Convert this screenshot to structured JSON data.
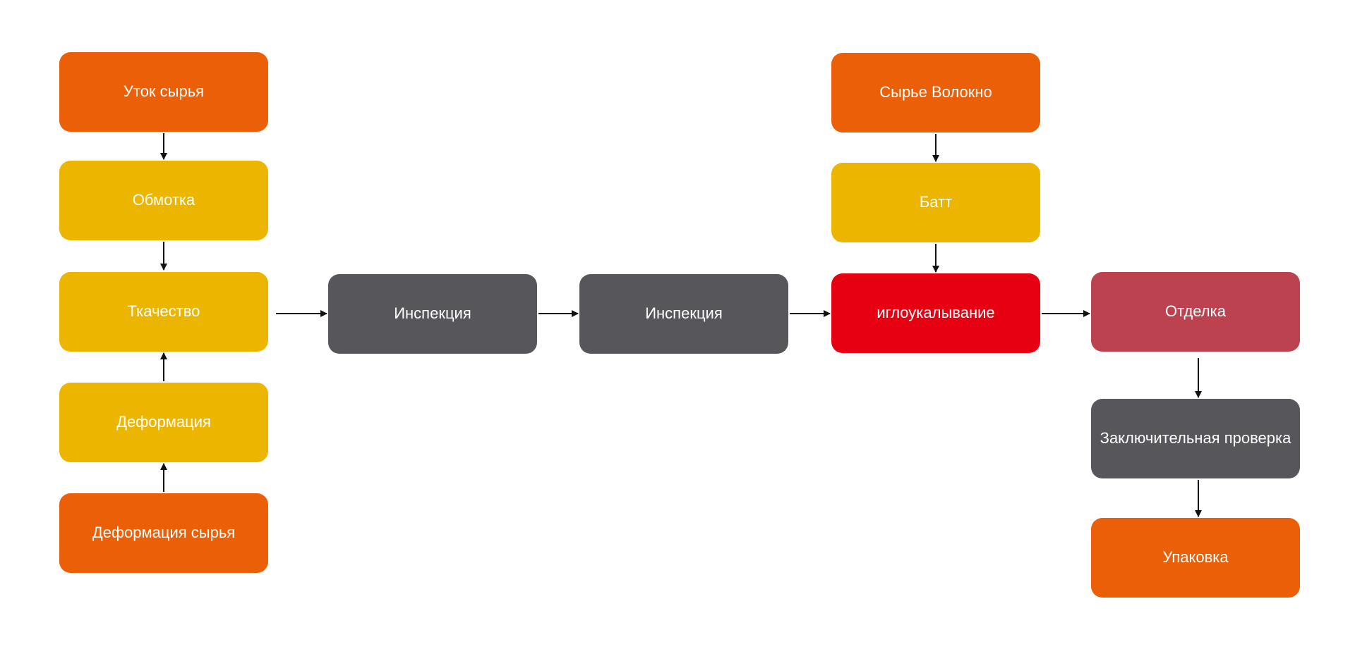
{
  "diagram": {
    "nodes": [
      {
        "id": "n1",
        "label": "Уток сырья",
        "color": "#ea5f07"
      },
      {
        "id": "n2",
        "label": "Обмотка",
        "color": "#ecb600"
      },
      {
        "id": "n3",
        "label": "Ткачество",
        "color": "#ecb600"
      },
      {
        "id": "n4",
        "label": "Деформация",
        "color": "#ecb600"
      },
      {
        "id": "n5",
        "label": "Деформация сырья",
        "color": "#ea5f07"
      },
      {
        "id": "n6",
        "label": "Инспекция",
        "color": "#56565b"
      },
      {
        "id": "n7",
        "label": "Инспекция",
        "color": "#56565b"
      },
      {
        "id": "n8",
        "label": "Сырье Волокно",
        "color": "#ea5f07"
      },
      {
        "id": "n9",
        "label": "Батт",
        "color": "#ecb600"
      },
      {
        "id": "n10",
        "label": "иглоукалывание",
        "color": "#e60012"
      },
      {
        "id": "n11",
        "label": "Отделка",
        "color": "#bc4250"
      },
      {
        "id": "n12",
        "label": "Заключительная проверка",
        "color": "#56565b"
      },
      {
        "id": "n13",
        "label": "Упаковка",
        "color": "#ea5f07"
      }
    ],
    "edges": [
      {
        "from": "n1",
        "to": "n2"
      },
      {
        "from": "n2",
        "to": "n3"
      },
      {
        "from": "n4",
        "to": "n3"
      },
      {
        "from": "n5",
        "to": "n4"
      },
      {
        "from": "n3",
        "to": "n6"
      },
      {
        "from": "n6",
        "to": "n7"
      },
      {
        "from": "n7",
        "to": "n10"
      },
      {
        "from": "n8",
        "to": "n9"
      },
      {
        "from": "n9",
        "to": "n10"
      },
      {
        "from": "n10",
        "to": "n11"
      },
      {
        "from": "n11",
        "to": "n12"
      },
      {
        "from": "n12",
        "to": "n13"
      }
    ],
    "arrow_color": "#111111"
  }
}
